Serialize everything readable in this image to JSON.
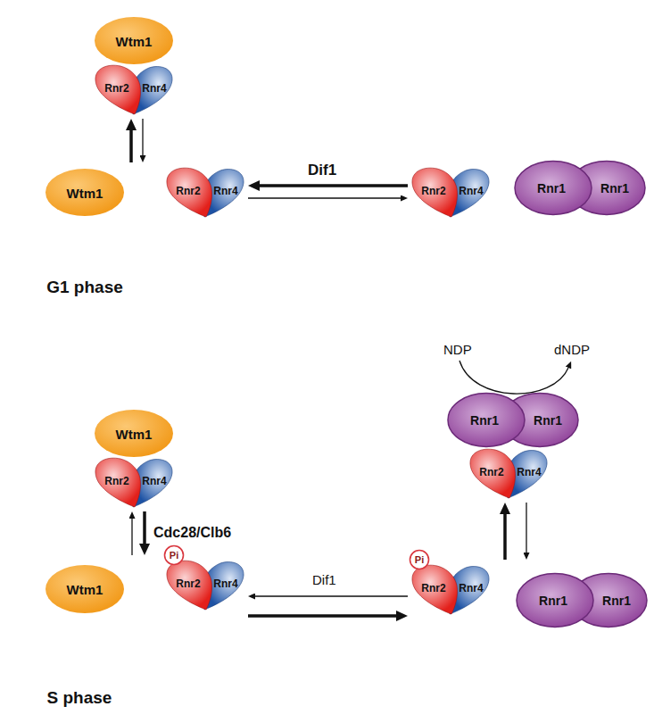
{
  "diagram": {
    "nodes": [
      {
        "text": [
          "G1 phase"
        ]
      },
      {
        "text": [
          "Wtm1"
        ],
        "in": 0
      },
      {
        "text": [
          "Rnr2",
          "Rnr4"
        ],
        "in": 0
      },
      {
        "text": [
          "Wtm1"
        ],
        "in": 0
      },
      {
        "text": [
          "Rnr2",
          "Rnr4"
        ],
        "in": 0
      },
      {
        "text": [
          "Rnr2",
          "Rnr4"
        ]
      },
      {
        "text": [
          "Rnr1",
          "Rnr1"
        ]
      },
      {
        "text": [
          "S phase"
        ]
      },
      {
        "text": [
          "Wtm1"
        ],
        "in": 7
      },
      {
        "text": [
          "Rnr2",
          "Rnr4"
        ],
        "in": 7
      },
      {
        "text": [
          "Wtm1"
        ],
        "in": 7
      },
      {
        "text": [
          "Rnr2",
          "Rnr4"
        ],
        "in": 7
      },
      {
        "text": [
          "Pi"
        ],
        "in": 11
      },
      {
        "text": [
          "Rnr1",
          "Rnr1"
        ]
      },
      {
        "text": [
          "Rnr2",
          "Rnr4"
        ]
      },
      {
        "text": [
          "Rnr2",
          "Rnr4"
        ]
      },
      {
        "text": [
          "Pi"
        ],
        "in": 15
      },
      {
        "text": [
          "Rnr1",
          "Rnr1"
        ]
      }
    ],
    "edges": [
      {
        "from": 4,
        "to": 2,
        "arrow": "to"
      },
      {
        "from": 2,
        "to": 4,
        "arrow": "to"
      },
      {
        "from": 5,
        "to": 4,
        "label": "Dif1",
        "arrow": "to"
      },
      {
        "from": 4,
        "to": 5,
        "arrow": "to"
      },
      {
        "from": 9,
        "to": 11,
        "label": "Cdc28/Clb6",
        "arrow": "to"
      },
      {
        "from": 11,
        "to": 9,
        "arrow": "to"
      },
      {
        "from": 11,
        "to": 15,
        "arrow": "to"
      },
      {
        "from": 15,
        "to": 11,
        "label": "Dif1",
        "arrow": "to"
      },
      {
        "from": 15,
        "to": 14,
        "arrow": "to"
      },
      {
        "from": 14,
        "to": 15,
        "arrow": "to"
      }
    ],
    "labels": [
      "NDP",
      "dNDP"
    ]
  }
}
